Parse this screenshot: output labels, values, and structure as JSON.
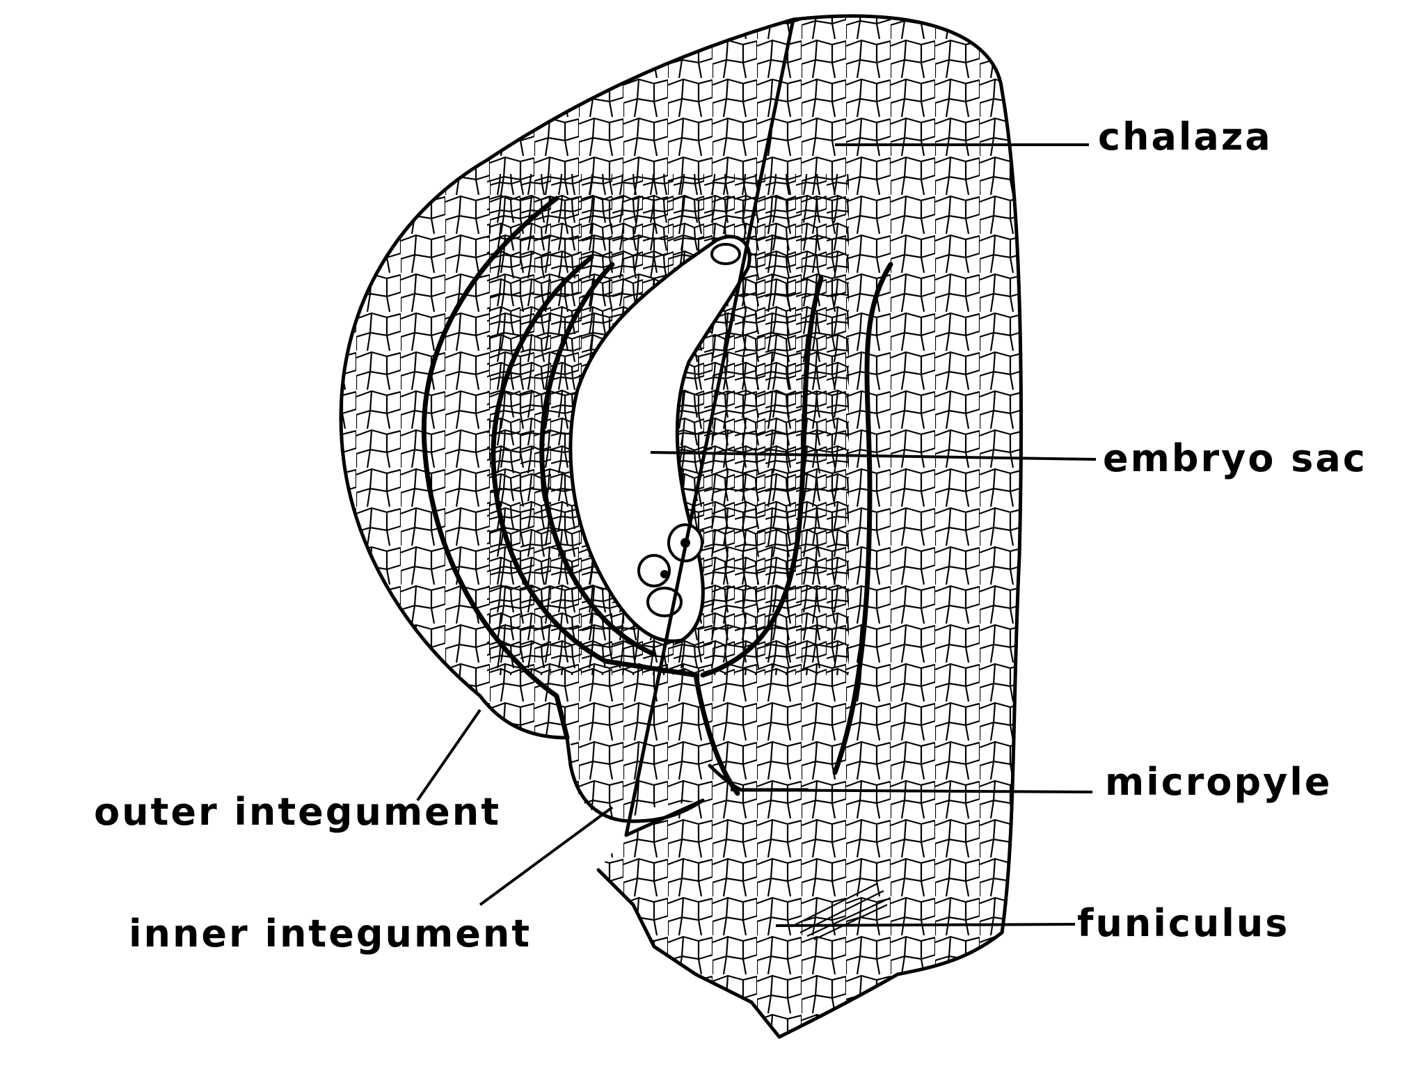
{
  "labels": {
    "chalaza": "chalaza",
    "embryo_sac": "embryo sac",
    "micropyle": "micropyle",
    "funiculus": "funiculus",
    "outer_integument": "outer integument",
    "inner_integument": "inner integument"
  }
}
